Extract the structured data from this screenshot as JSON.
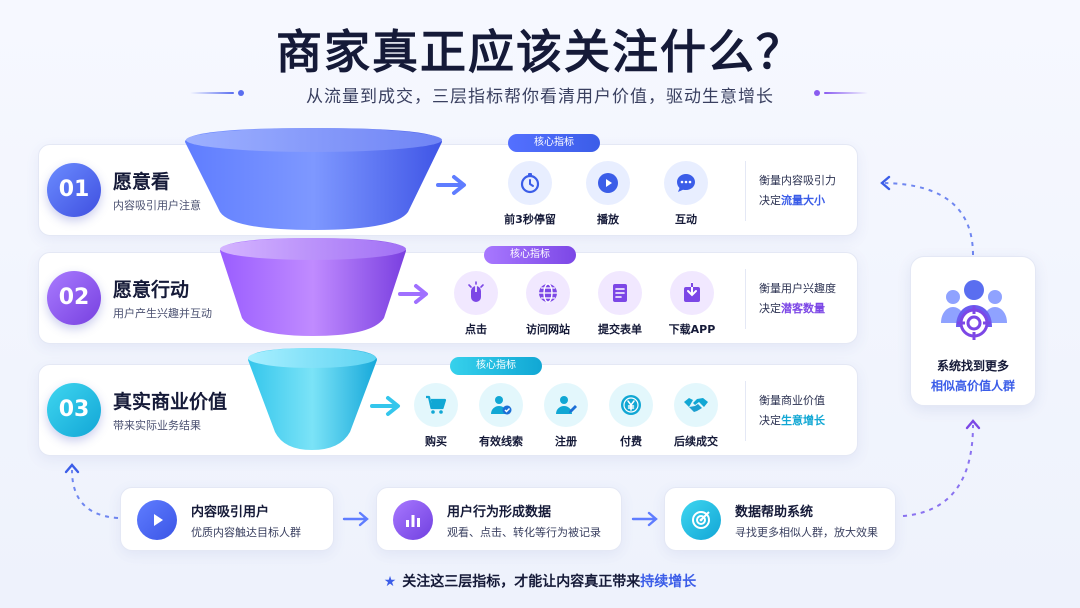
{
  "header": {
    "title": "商家真正应该关注什么？",
    "subtitle": "从流量到成交，三层指标帮你看清用户价值，驱动生意增长"
  },
  "badge_label": "核心指标",
  "layers": [
    {
      "number": "01",
      "title": "愿意看",
      "desc": "内容吸引用户注意",
      "metrics": [
        {
          "label": "前3秒停留",
          "icon": "stopwatch-icon"
        },
        {
          "label": "播放",
          "icon": "play-icon"
        },
        {
          "label": "互动",
          "icon": "chat-bubble-icon"
        }
      ],
      "side_line1": "衡量内容吸引力",
      "side_prefix": "决定",
      "side_highlight": "流量大小",
      "color": "#3b5de8"
    },
    {
      "number": "02",
      "title": "愿意行动",
      "desc": "用户产生兴趣并互动",
      "metrics": [
        {
          "label": "点击",
          "icon": "mouse-click-icon"
        },
        {
          "label": "访问网站",
          "icon": "globe-icon"
        },
        {
          "label": "提交表单",
          "icon": "form-icon"
        },
        {
          "label": "下载APP",
          "icon": "download-icon"
        }
      ],
      "side_line1": "衡量用户兴趣度",
      "side_prefix": "决定",
      "side_highlight": "潜客数量",
      "color": "#7c47e6"
    },
    {
      "number": "03",
      "title": "真实商业价值",
      "desc": "带来实际业务结果",
      "metrics": [
        {
          "label": "购买",
          "icon": "cart-icon"
        },
        {
          "label": "有效线索",
          "icon": "user-check-icon"
        },
        {
          "label": "注册",
          "icon": "user-edit-icon"
        },
        {
          "label": "付费",
          "icon": "yuan-coin-icon"
        },
        {
          "label": "后续成交",
          "icon": "handshake-icon"
        }
      ],
      "side_line1": "衡量商业价值",
      "side_prefix": "决定",
      "side_highlight": "生意增长",
      "color": "#11a7d4"
    }
  ],
  "system": {
    "line1": "系统找到更多",
    "line2": "相似高价值人群"
  },
  "flow": [
    {
      "title": "内容吸引用户",
      "desc": "优质内容触达目标人群",
      "icon": "play-icon"
    },
    {
      "title": "用户行为形成数据",
      "desc": "观看、点击、转化等行为被记录",
      "icon": "bar-chart-icon"
    },
    {
      "title": "数据帮助系统",
      "desc": "寻找更多相似人群，放大效果",
      "icon": "target-icon"
    }
  ],
  "footer": {
    "prefix": "关注这三层指标，才能让内容真正带来",
    "highlight": "持续增长"
  }
}
